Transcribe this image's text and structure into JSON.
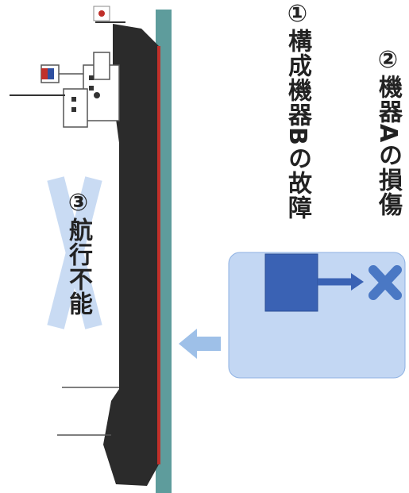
{
  "labels": {
    "item1": "①構成機器Bの故障",
    "item2": "②機器Aの損傷",
    "item3": "③航行不能"
  },
  "colors": {
    "hull": "#2b2b2b",
    "hull_stripe": "#c0302a",
    "quay": "#5e9c9c",
    "system_box": "#a9c6ee",
    "component_b": "#3a62b4",
    "component_a_mark": "#4a78c4",
    "arrow": "#9ec0e8",
    "x_badge": "#c7daf3",
    "text": "#222222"
  },
  "icons": {
    "failure_mark": "x-mark-icon",
    "flag": "flag-icon"
  }
}
